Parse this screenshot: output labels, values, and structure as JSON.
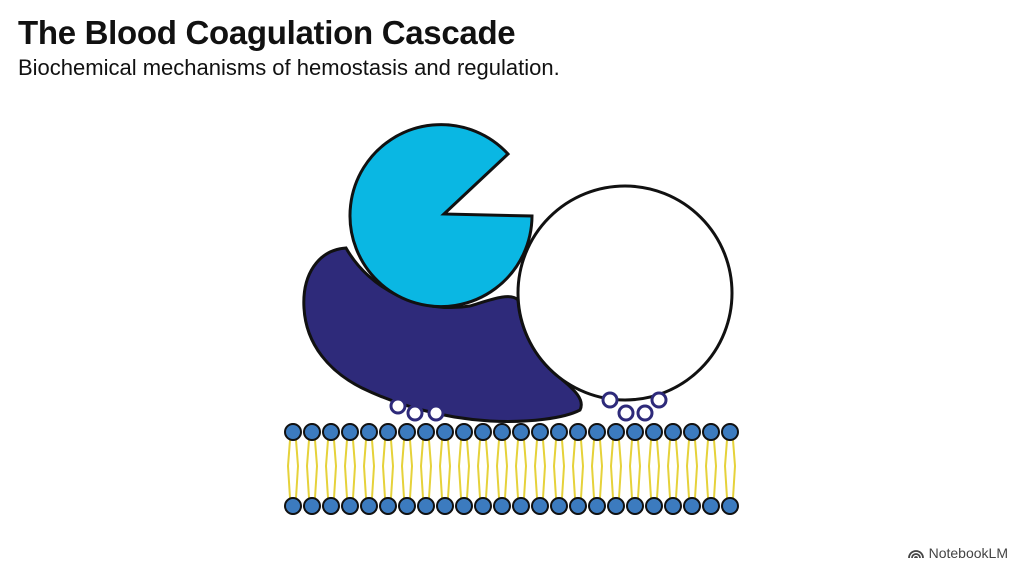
{
  "header": {
    "title": "The Blood Coagulation Cascade",
    "subtitle": "Biochemical mechanisms of hemostasis and regulation."
  },
  "colors": {
    "enzyme_light": "#0AB7E3",
    "enzyme_dark": "#2E2A7A",
    "cofactor": "#FFFFFF",
    "lipid_head": "#3C7BBF",
    "lipid_tail": "#E6D23A",
    "outline": "#111111"
  },
  "icons": [
    "notebooklm-logo-icon"
  ],
  "watermark": {
    "label": "NotebookLM"
  }
}
